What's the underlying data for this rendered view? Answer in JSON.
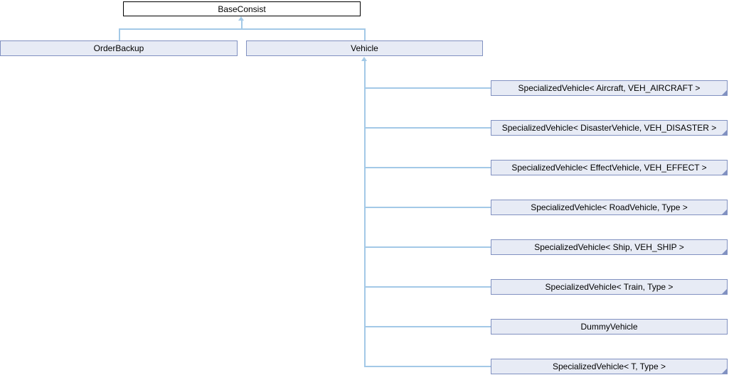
{
  "diagram": {
    "kind": "class-inheritance-graph",
    "colors": {
      "edge": "#A3C9E7",
      "node_fill": "#E7EBF5",
      "node_border": "#8191C1",
      "root_fill": "#FFFFFF",
      "root_border": "#000000",
      "text": "#000000"
    },
    "root": {
      "label": "BaseConsist"
    },
    "derived": [
      {
        "label": "OrderBackup"
      },
      {
        "label": "Vehicle"
      }
    ],
    "vehicle_children": [
      {
        "label": "SpecializedVehicle< Aircraft, VEH_AIRCRAFT >",
        "truncated": true
      },
      {
        "label": "SpecializedVehicle< DisasterVehicle, VEH_DISASTER >",
        "truncated": true
      },
      {
        "label": "SpecializedVehicle< EffectVehicle, VEH_EFFECT >",
        "truncated": true
      },
      {
        "label": "SpecializedVehicle< RoadVehicle, Type >",
        "truncated": true
      },
      {
        "label": "SpecializedVehicle< Ship, VEH_SHIP >",
        "truncated": true
      },
      {
        "label": "SpecializedVehicle< Train, Type >",
        "truncated": true
      },
      {
        "label": "DummyVehicle",
        "truncated": false
      },
      {
        "label": "SpecializedVehicle< T, Type >",
        "truncated": true
      }
    ]
  }
}
